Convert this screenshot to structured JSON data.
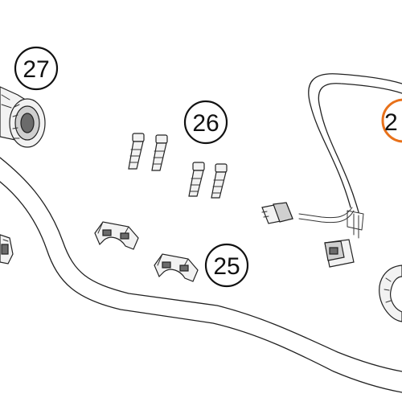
{
  "callouts": {
    "c27": {
      "label": "27"
    },
    "c26": {
      "label": "26"
    },
    "c25": {
      "label": "25"
    },
    "c24": {
      "label": "2",
      "highlight_color": "#e8711a"
    }
  },
  "colors": {
    "line": "#222222",
    "circle_default": "#111111",
    "circle_highlight": "#e8711a",
    "background": "#ffffff"
  }
}
